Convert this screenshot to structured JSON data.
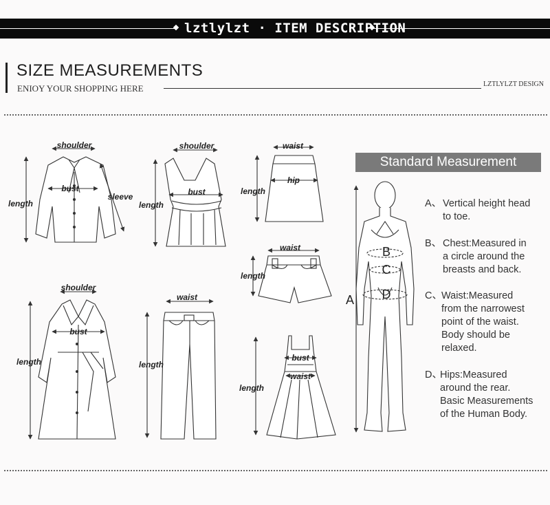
{
  "banner": {
    "title": "lztlylzt · ITEM DESCRIPTION"
  },
  "section": {
    "title": "SIZE MEASUREMENTS",
    "subtitle": "ENIOY YOUR SHOPPING HERE",
    "brand": "LZTLYLZT DESIGN"
  },
  "garments": {
    "blouse": {
      "shoulder": "shoulder",
      "bust": "bust",
      "length": "length",
      "sleeve": "sleeve"
    },
    "tank": {
      "shoulder": "shoulder",
      "bust": "bust",
      "length": "length"
    },
    "skirt": {
      "waist": "waist",
      "hip": "hip",
      "length": "length"
    },
    "shorts": {
      "waist": "waist",
      "length": "length"
    },
    "coat": {
      "shoulder": "shoulder",
      "bust": "bust",
      "length": "length"
    },
    "pants": {
      "waist": "waist",
      "length": "length"
    },
    "dress": {
      "bust": "bust",
      "waist": "waist",
      "length": "length"
    }
  },
  "standard": {
    "title": "Standard Measurement",
    "markers": {
      "a": "A",
      "b": "B",
      "c": "C",
      "d": "D"
    },
    "items": [
      {
        "letter": "A、",
        "text": "Vertical height head\nto toe."
      },
      {
        "letter": "B、",
        "text": "Chest:Measured in\na circle around the\nbreasts and back."
      },
      {
        "letter": "C、",
        "text": "Waist:Measured\nfrom the narrowest\npoint of the waist.\nBody should be\nrelaxed."
      },
      {
        "letter": "D、",
        "text": "Hips:Measured\naround the rear.\nBasic Measurements\nof the Human Body."
      }
    ]
  }
}
